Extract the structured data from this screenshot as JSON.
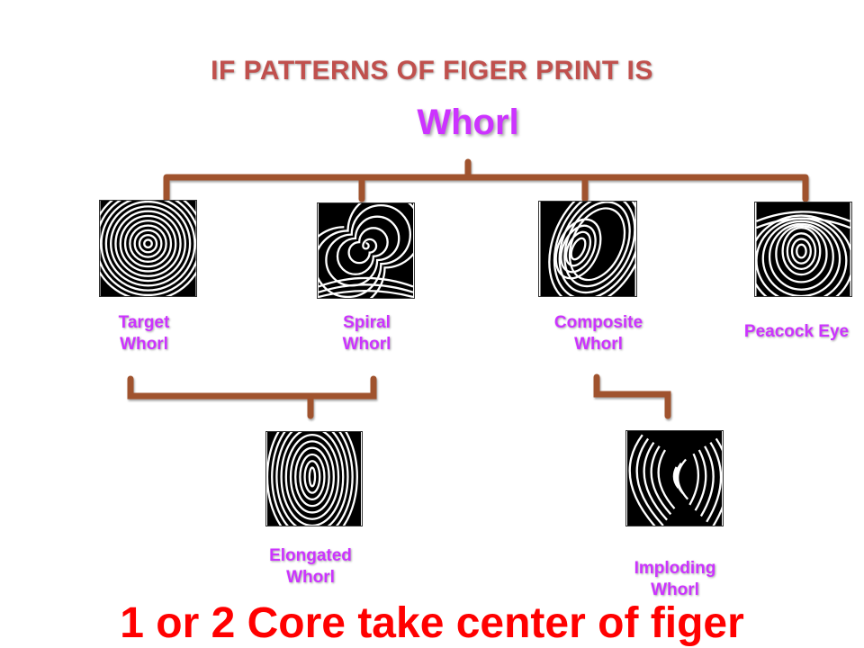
{
  "heading": "IF PATTERNS OF FIGER PRINT IS",
  "root": "Whorl",
  "types": [
    {
      "line1": "Target",
      "line2": "Whorl"
    },
    {
      "line1": "Spiral",
      "line2": "Whorl"
    },
    {
      "line1": "Composite",
      "line2": "Whorl"
    },
    {
      "line1": "Peacock Eye"
    }
  ],
  "subtypes": [
    {
      "line1": "Elongated",
      "line2": "Whorl"
    },
    {
      "line1": "Imploding",
      "line2": "Whorl"
    }
  ],
  "footer": "1 or 2 Core take center of figer",
  "colors": {
    "heading": "#c0504d",
    "labels": "#cc33ff",
    "footer": "#ff0000",
    "connectors": "#a0522d"
  }
}
